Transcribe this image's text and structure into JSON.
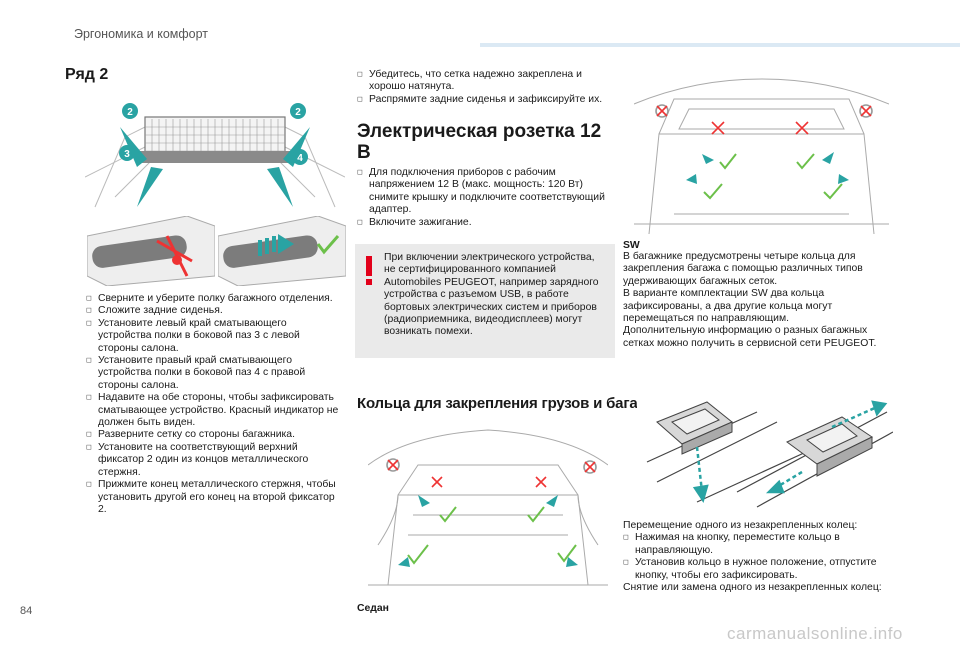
{
  "header": {
    "title": "Эргономика и комфорт",
    "page_number": "84"
  },
  "row2": {
    "title": "Ряд 2",
    "bullets": [
      "Сверните и уберите полку багажного отделения.",
      "Сложите задние сиденья.",
      "Установите левый край сматывающего устройства полки в боковой паз 3 с левой стороны салона.",
      "Установите правый край сматывающего устройства полки в боковой паз 4 с правой стороны салона.",
      "Надавите на обе стороны, чтобы зафиксировать сматывающее устройство. Красный индикатор не должен быть виден.",
      "Разверните сетку со стороны багажника.",
      "Установите на соответствующий верхний фиксатор 2 один из концов металлического стержня.",
      "Прижмите конец металлического стержня, чтобы установить другой его конец на второй фиксатор 2."
    ],
    "figure_labels": [
      "2",
      "2",
      "3",
      "4"
    ]
  },
  "top_bullets": [
    "Убедитесь, что сетка надежно закреплена и хорошо натянута.",
    "Распрямите задние сиденья и зафиксируйте их."
  ],
  "socket": {
    "title": "Электрическая розетка 12 В",
    "bullets": [
      "Для подключения приборов с рабочим напряжением 12 В (макс. мощность: 120 Вт) снимите крышку и подключите соответствующий адаптер.",
      "Включите зажигание."
    ],
    "warning": "При включении электрического устройства, не сертифицированного компанией Automobiles PEUGEOT, например зарядного устройства с разъемом USB, в работе бортовых электрических систем и приборов (радиоприемника, видеодисплеев) могут возникать помехи."
  },
  "rings": {
    "title": "Кольца для закрепления грузов и багажа",
    "sedan_caption": "Седан",
    "sw_caption": "SW",
    "sw_paragraphs": [
      "В багажнике предусмотрены четыре кольца для закрепления багажа с помощью различных типов удерживающих багажных сеток.",
      "В варианте комплектации SW два кольца зафиксированы, а два другие кольца могут перемещаться по направляющим.",
      "Дополнительную информацию о разных багажных сетках можно получить в сервисной сети PEUGEOT."
    ],
    "move_intro": "Перемещение одного из незакрепленных колец:",
    "move_bullets": [
      "Нажимая на кнопку, переместите кольцо в направляющую.",
      "Установив кольцо в нужное положение, отпустите кнопку, чтобы его зафиксировать."
    ],
    "removal_intro": "Снятие или замена одного из незакрепленных колец:"
  },
  "watermark": "carmanualsonline.info",
  "colors": {
    "accent": "#29a3a3",
    "check": "#6cc04a",
    "cross": "#e33",
    "warning": "#e2001a",
    "header_bar": "#dbe9f4"
  }
}
